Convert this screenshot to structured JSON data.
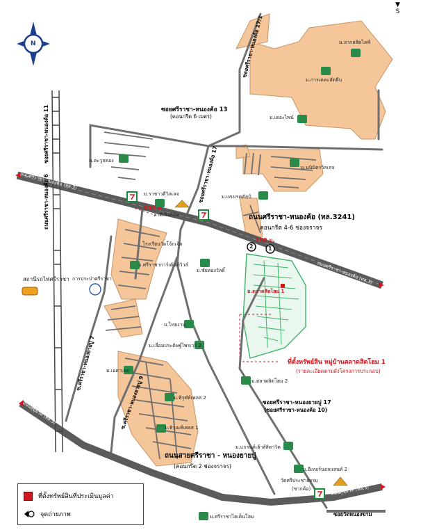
{
  "compass": {
    "north_label": "N",
    "south_label": "S"
  },
  "colors": {
    "residential": "#f5c69a",
    "residential_border": "#c89465",
    "road": "#6f6f6f",
    "highlight": "#3fb26a",
    "marker": "#d0181f"
  },
  "roads": {
    "main_title": "ถนนศรีราชา-หนองค้อ (ทล.3241)",
    "main_sub": "คอนกรีต 4-6 ช่องจราจร",
    "main_west": "ถนนศรีราชา-หนองค้อ (ทล.3)",
    "main_east": "ถนนศรีราชา-หนองค้อ (ทล.3)",
    "soi13_title": "ซอยศรีราชา-หนองค้อ 13",
    "soi13_sub": "(คอนกรีต 6 เมตร)",
    "soi17_title": "ซอยศรีราชา-หนองยายบู่ 17",
    "soi17_sub": "(ซอยศรีราชา-หนองค้อ 10)",
    "lower_title": "ถนนสายศรีราชา - หนองยายบู่",
    "lower_sub": "(คอนกรีต 2 ช่องจราจร)",
    "lower_west": "ถนนสุขุมวิท (ทล.3)",
    "lower_east": "ถนนสุขุมวิท (ทล.3)",
    "soi_wat": "ซอยวัดหนองขาม",
    "vertical_left": "ซอยศรีราชา-หนองค้อ 11",
    "vertical_left2": "ถนนศรีราชา-หนองค้อ 6",
    "vertical_mid": "ซอยศรีราชา-หนองค้อ 17",
    "vertical_top": "ซอยศรีราชา-หนองค้อ 17/1",
    "vertical_lower": "ซ.ศรีราชา-หนองยายบู่ 7",
    "vertical_lower2": "ซ.ศรีราชา-หนองยายบู่ 9",
    "dist_900": "900 ม.",
    "dist_100": "100 ม."
  },
  "subject": {
    "title": "ที่ตั้งทรัพย์สิน หมู่บ้านตลาดสิตโฮม 1",
    "sub": "(รายละเอียดตามผังโครงการประกอบ)",
    "village": "ม.ตลาดสิตโฮม 1"
  },
  "labels": {
    "m_klang_sitt": "ม.ลากลสิตไลฟ์",
    "m_karn_kheha": "ม.การเคหะสัตหีบ",
    "m_green": "ม.เดอะไพน์",
    "m_nimit": "ม.นนิมิตรวิลเลจ",
    "m_tree": "ม.ตะวูลคอง",
    "m_rachawadee": "ม.ราชาวดีวิลเลจ",
    "m_tesgrand": "ม.เทเบรคคัลป์",
    "m_bandi": "ลาดีเลือกล้ย",
    "m_rongrian": "โรงเรียนวัดโจ้กเจ้ด",
    "m_sriracha_garden": "ม.ศรีราชาการ์เด้นท์วิวล์",
    "m_thong": "ม.ชัยทองวัลดิ์",
    "station": "สถานีรถไฟศรีราชา",
    "water": "การประปาศรีราชา",
    "m_thai": "ม.ไทยงาม",
    "m_chueaprasong": "ม.เลื่อมประดิษฐ์ไพรเวร์ 2",
    "m_ekarat": "ม.เอคาเคย",
    "m_phiroon2": "ม.พิรุฬห์เพลส 2",
    "m_phiroon1": "ม.พิรุณห์เพลส 1",
    "m_talat2": "ม.ตลาดสิตโฮม 2",
    "m_grand": "ม.แกรนด์เฮ้าส์สิตาวิค",
    "m_eternal": "ม.อีเทอร์นอลแลนด์ 2",
    "wat": "วัดศรีประชาธรรม",
    "wat_sub": "(ชากค้อ)",
    "m_sriracha_home": "ม.ศรีราชาไฮเต็นโฮม"
  },
  "markers": {
    "p1": "1",
    "p2": "2"
  },
  "legend": {
    "asset_label": "ที่ตั้งทรัพย์สินที่ประเมินมูลค่า",
    "photo_label": "จุดถ่ายภาพ"
  }
}
